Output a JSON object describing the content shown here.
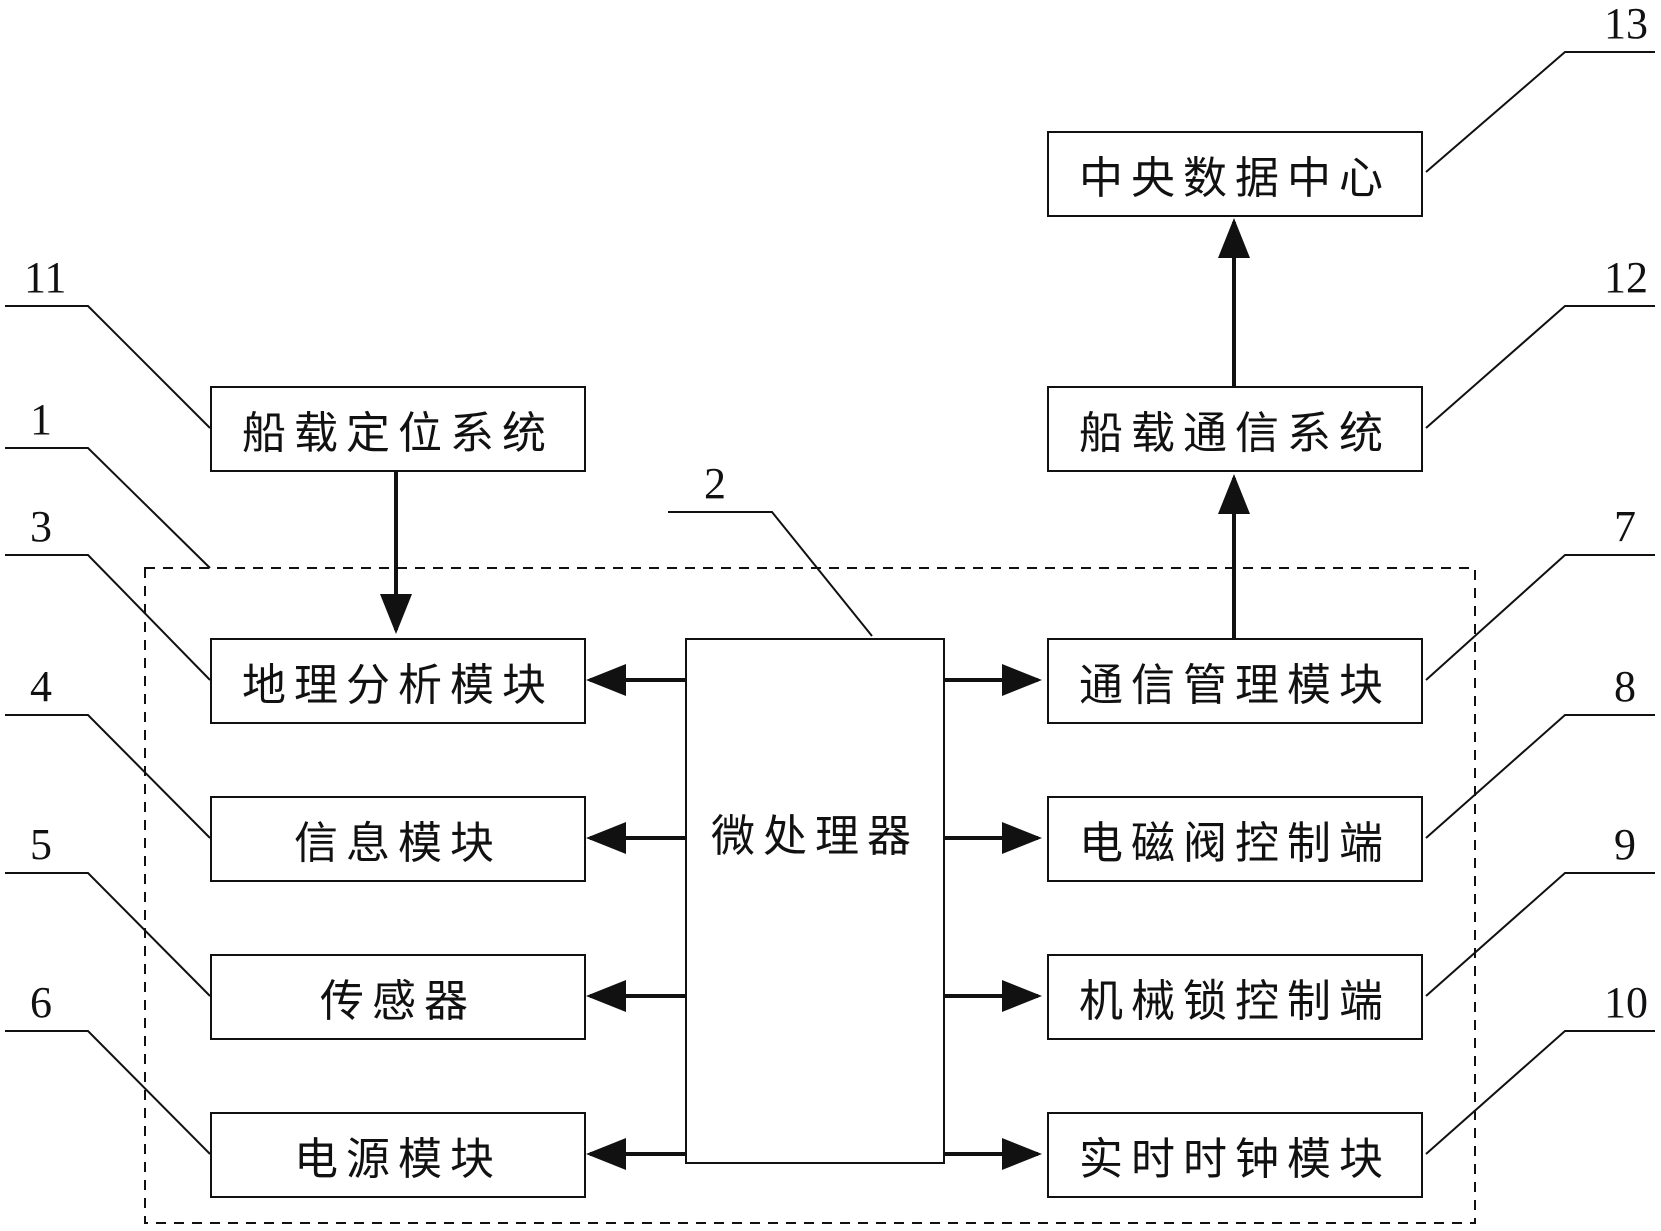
{
  "boxes": {
    "central_data_center": "中央数据中心",
    "ship_comm_system": "船载通信系统",
    "ship_positioning_system": "船载定位系统",
    "geo_analysis_module": "地理分析模块",
    "info_module": "信息模块",
    "sensor": "传感器",
    "power_module": "电源模块",
    "microprocessor": "微处理器",
    "comm_management_module": "通信管理模块",
    "solenoid_valve_control": "电磁阀控制端",
    "mechanical_lock_control": "机械锁控制端",
    "real_time_clock_module": "实时时钟模块"
  },
  "labels": {
    "l1": "1",
    "l2": "2",
    "l3": "3",
    "l4": "4",
    "l5": "5",
    "l6": "6",
    "l7": "7",
    "l8": "8",
    "l9": "9",
    "l10": "10",
    "l11": "11",
    "l12": "12",
    "l13": "13"
  },
  "colors": {
    "line": "#111111",
    "background": "#ffffff"
  }
}
